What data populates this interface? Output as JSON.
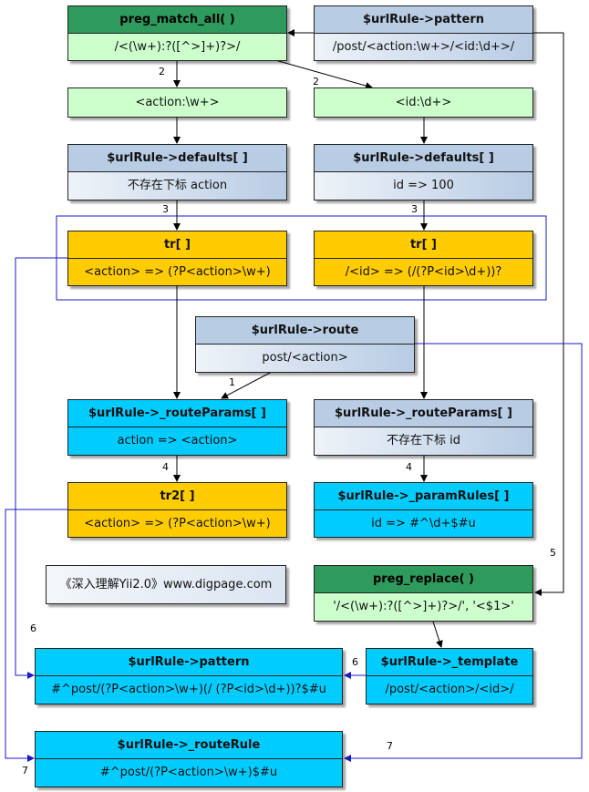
{
  "nodes": {
    "preg_match_all": {
      "title": "preg_match_all( )",
      "body": "/<(\\w+):?([^>]+)?>/"
    },
    "pattern_src": {
      "title": "$urlRule->pattern",
      "body": "/post/<action:\\w+>/<id:\\d+>/"
    },
    "action_token": {
      "body": "<action:\\w+>"
    },
    "id_token": {
      "body": "<id:\\d+>"
    },
    "defaults_left": {
      "title": "$urlRule->defaults[ ]",
      "body": "不存在下标 action"
    },
    "defaults_right": {
      "title": "$urlRule->defaults[ ]",
      "body": "id => 100"
    },
    "tr_left": {
      "title": "tr[ ]",
      "body": "<action> => (?P<action>\\w+)"
    },
    "tr_right": {
      "title": "tr[ ]",
      "body": "/<id> => (/(?P<id>\\d+))?"
    },
    "route": {
      "title": "$urlRule->route",
      "body": "post/<action>"
    },
    "routeParams_left": {
      "title": "$urlRule->_routeParams[ ]",
      "body": "action => <action>"
    },
    "routeParams_right": {
      "title": "$urlRule->_routeParams[ ]",
      "body": "不存在下标 id"
    },
    "tr2": {
      "title": "tr2[ ]",
      "body": "<action> => (?P<action>\\w+)"
    },
    "paramRules": {
      "title": "$urlRule->_paramRules[ ]",
      "body": "id => #^\\d+$#u"
    },
    "preg_replace": {
      "title": "preg_replace( )",
      "body": "'/<(\\w+):?([^>]+)?>/', '<$1>'"
    },
    "pattern_out": {
      "title": "$urlRule->pattern",
      "body": "#^post/(?P<action>\\w+)(/ (?P<id>\\d+))?$#u"
    },
    "template": {
      "title": "$urlRule->_template",
      "body": "/post/<action>/<id>/"
    },
    "routeRule": {
      "title": "$urlRule->_routeRule",
      "body": "#^post/(?P<action>\\w+)$#u"
    }
  },
  "caption": "《深入理解Yii2.0》www.digpage.com",
  "step_labels": {
    "s2a": "2",
    "s2b": "2",
    "s3a": "3",
    "s3b": "3",
    "s1": "1",
    "s4a": "4",
    "s4b": "4",
    "s5": "5",
    "s6a": "6",
    "s6b": "6",
    "s7a": "7",
    "s7b": "7"
  },
  "colors": {
    "dark_green": "#2e9a5c",
    "light_green": "#ccffcc",
    "steel_blue": "#b8cce4",
    "orange": "#ffcc00",
    "cyan": "#00ccff",
    "wire_black": "#000000",
    "wire_blue": "#1a1acc"
  }
}
